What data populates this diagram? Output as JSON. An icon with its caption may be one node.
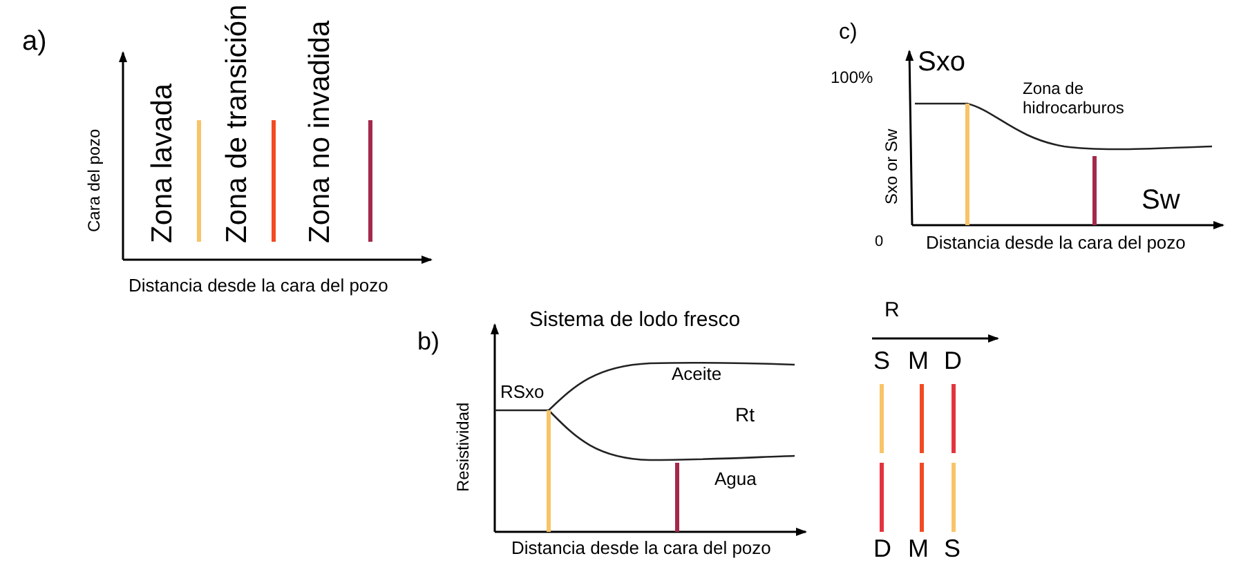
{
  "diagram": {
    "labels": [
      "a)",
      "Cara del pozo",
      "Zona lavada",
      "Zona de transición",
      "Zona no invadida",
      "Distancia desde la cara del pozo",
      "c)",
      "Sxo",
      "100%",
      "Zona de hidrocarburos",
      "Sxo or Sw",
      "Sw",
      "0",
      "Distancia desde la cara del pozo",
      "b)",
      "Sistema de lodo fresco",
      "RSxo",
      "Aceite",
      "Rt",
      "Resistividad",
      "Agua",
      "Distancia desde la cara del pozo",
      "R",
      "S",
      "M",
      "D",
      "D",
      "M",
      "S"
    ]
  }
}
